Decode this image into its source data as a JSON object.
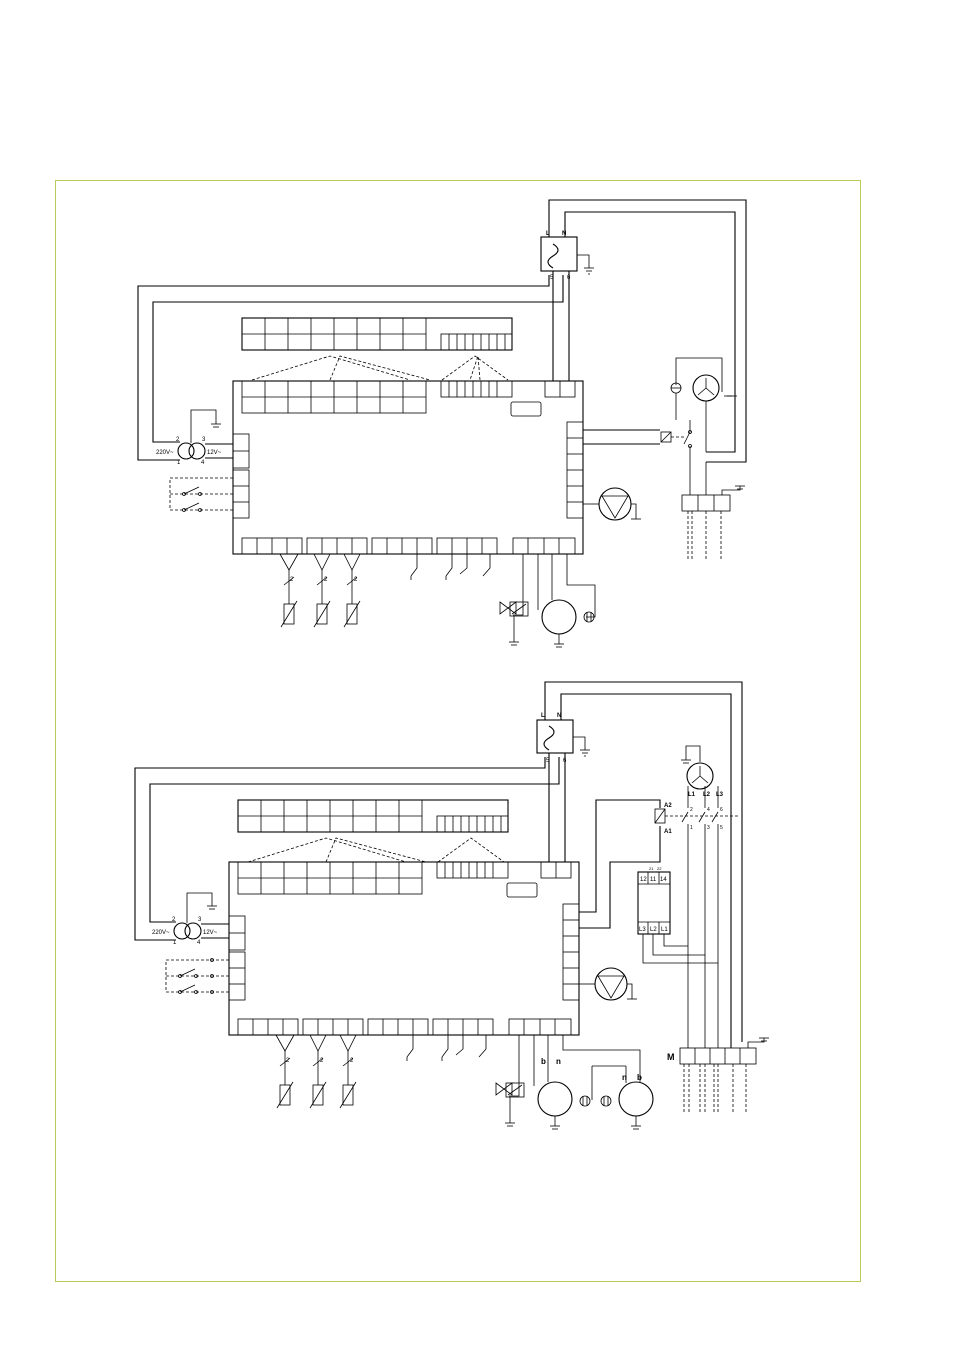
{
  "colors": {
    "frame_border": "#b9c95a",
    "line": "#000000",
    "background": "#ffffff"
  },
  "diagram_top": {
    "mains_L": "L",
    "mains_N": "N",
    "fuse_term_left": "5",
    "fuse_term_right": "6",
    "transformer_primary": "220V~",
    "transformer_secondary": "12V~",
    "transformer_pin_tl": "2",
    "transformer_pin_tr": "3",
    "transformer_pin_bl": "1",
    "transformer_pin_br": "4",
    "sensor_wires": [
      "2",
      "2",
      "2"
    ]
  },
  "diagram_bottom": {
    "mains_L": "L",
    "mains_N": "N",
    "fuse_term_left": "5",
    "fuse_term_right": "6",
    "transformer_primary": "220V~",
    "transformer_secondary": "12V~",
    "transformer_pin_tl": "2",
    "transformer_pin_tr": "3",
    "transformer_pin_bl": "1",
    "transformer_pin_br": "4",
    "sensor_wires": [
      "2",
      "2",
      "2"
    ],
    "contactor_coil_top": "A2",
    "contactor_coil_bottom": "A1",
    "contactor_top_pins": [
      "2",
      "4",
      "6"
    ],
    "contactor_bottom_pins": [
      "1",
      "3",
      "5"
    ],
    "motor_phases": [
      "L1",
      "L2",
      "L3"
    ],
    "relay_top_pins": [
      "12",
      "11",
      "14"
    ],
    "relay_top_small": [
      "21",
      "22"
    ],
    "relay_bottom_pins": [
      "L3",
      "L2",
      "L1"
    ],
    "terminal_block_label": "M",
    "fan_left_terms": [
      "b",
      "n"
    ],
    "fan_right_terms": [
      "n",
      "b"
    ]
  }
}
